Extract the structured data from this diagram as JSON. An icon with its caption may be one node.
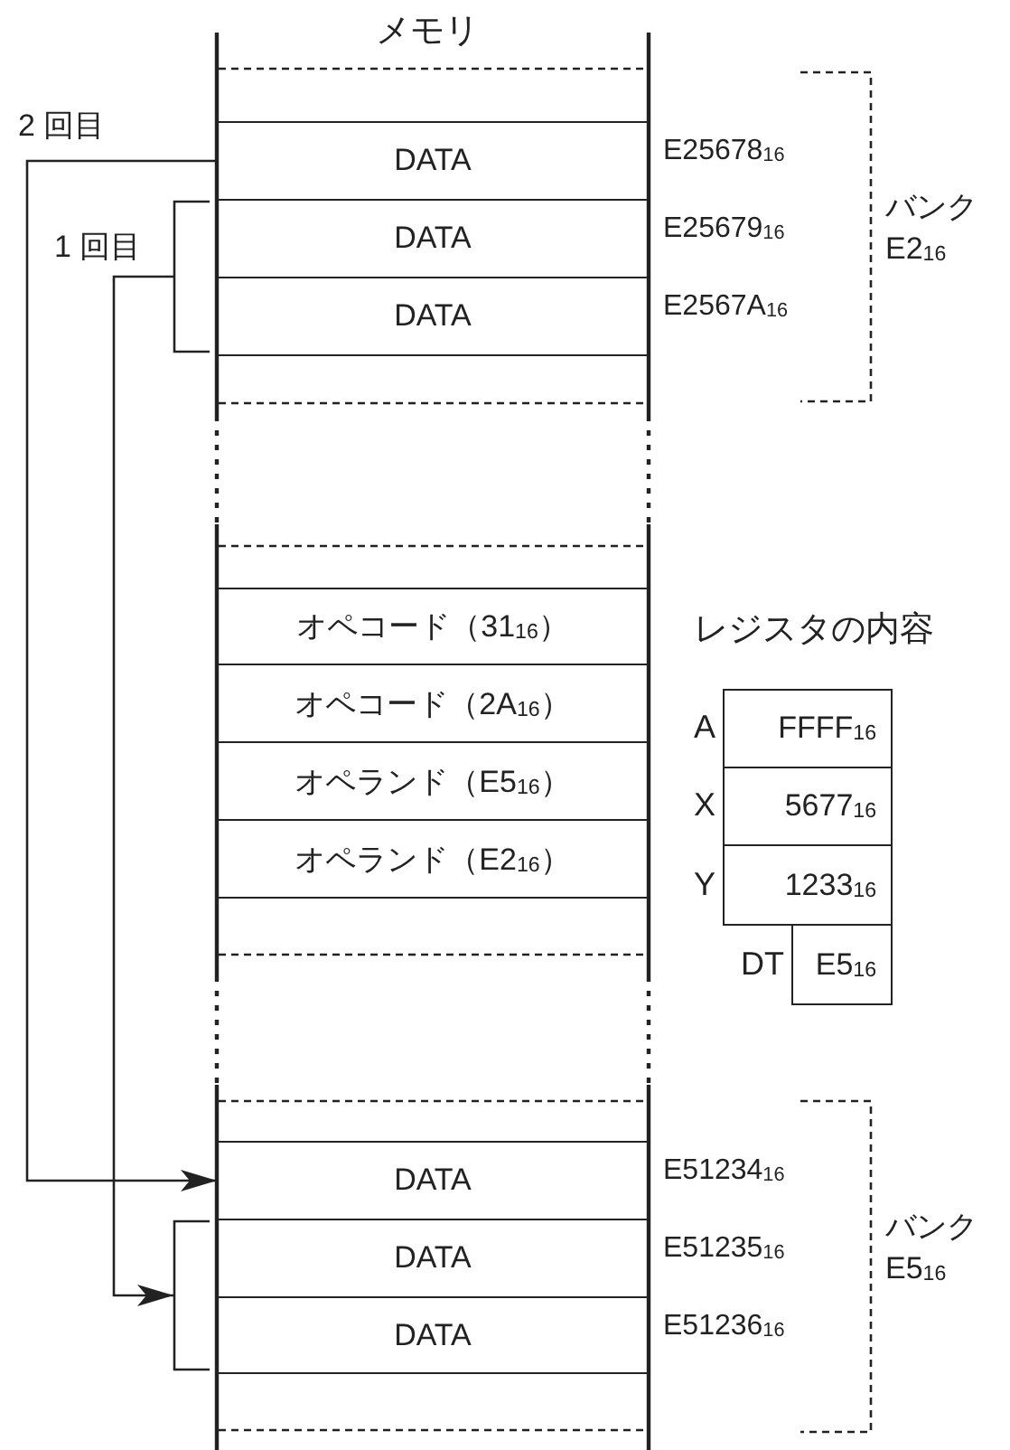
{
  "diagram": {
    "nodes": [
      {
        "text": [
          "DATA"
        ],
        "beside": [
          "E25678$_{16}$"
        ]
      },
      {
        "text": [
          "DATA"
        ],
        "beside": [
          "E25679$_{16}$"
        ]
      },
      {
        "text": [
          "DATA"
        ],
        "beside": [
          "E2567A$_{16}$"
        ]
      },
      {
        "text": [],
        "shape": "bracket"
      },
      {
        "text": [
          "オペコード（31$_{16}$）"
        ]
      },
      {
        "text": [
          "オペコード（2A$_{16}$）"
        ]
      },
      {
        "text": [
          "オペランド（E5$_{16}$）"
        ]
      },
      {
        "text": [
          "オペランド（E2$_{16}$）"
        ]
      },
      {
        "text": [
          "FFFF$_{16}$"
        ],
        "beside": [
          "A"
        ]
      },
      {
        "text": [
          "5677$_{16}$"
        ],
        "beside": [
          "X"
        ]
      },
      {
        "text": [
          "1233$_{16}$"
        ],
        "beside": [
          "Y"
        ]
      },
      {
        "text": [
          "E5$_{16}$"
        ],
        "beside": [
          "DT"
        ]
      },
      {
        "text": [
          "DATA"
        ],
        "beside": [
          "E51234$_{16}$"
        ]
      },
      {
        "text": [
          "DATA"
        ],
        "beside": [
          "E51235$_{16}$"
        ]
      },
      {
        "text": [
          "DATA"
        ],
        "beside": [
          "E51236$_{16}$"
        ]
      },
      {
        "text": [],
        "shape": "bracket"
      }
    ],
    "edges": [
      {
        "from": 0,
        "to": 12,
        "arrow": "to",
        "label": "2 回目"
      },
      {
        "from": 3,
        "to": 15,
        "arrow": "to",
        "label": "1 回目"
      }
    ],
    "labels": [
      "メモリ",
      "バンク E2$_{16}$",
      "レジスタの内容",
      "バンク E5$_{16}$"
    ]
  }
}
